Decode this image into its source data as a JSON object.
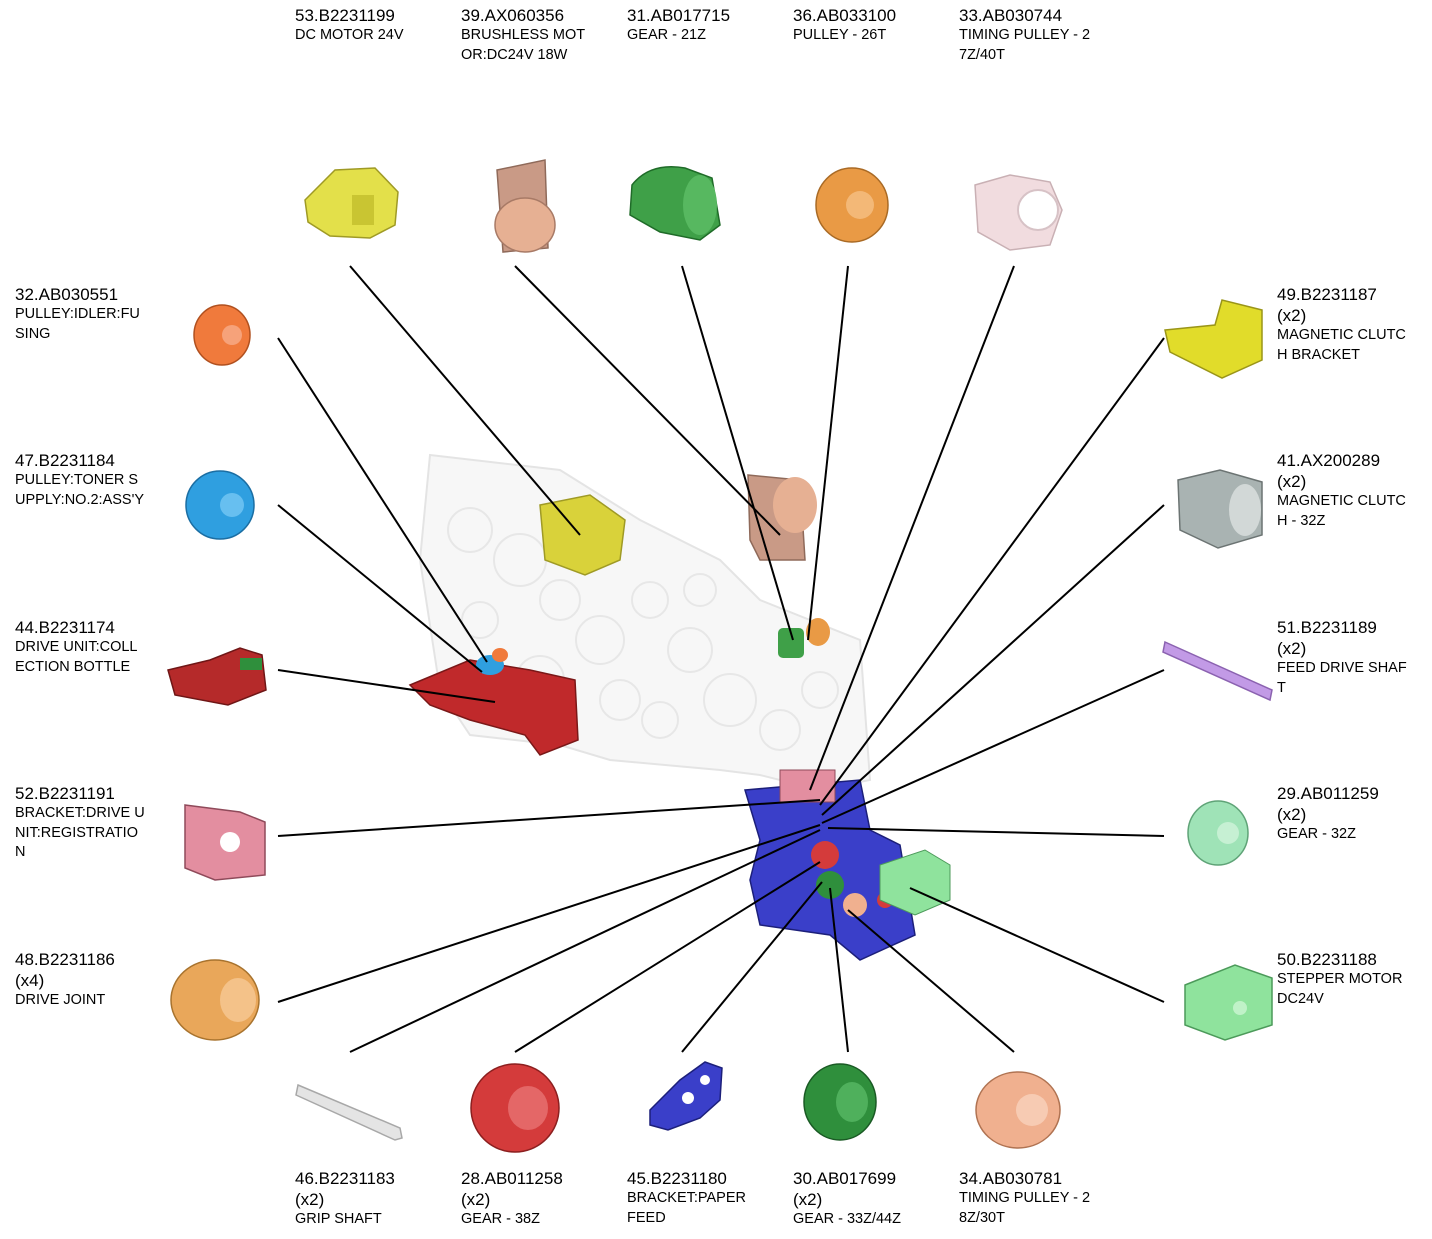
{
  "parts": [
    {
      "id": "p53",
      "number": "53.B2231199",
      "qty": "",
      "desc": "DC MOTOR 24V",
      "color": "#e3e04a",
      "icon": "dc-motor-icon"
    },
    {
      "id": "p39",
      "number": "39.AX060356",
      "qty": "",
      "desc": "BRUSHLESS MOT\nOR:DC24V 18W",
      "color": "#e6b093",
      "icon": "brushless-motor-icon"
    },
    {
      "id": "p31",
      "number": "31.AB017715",
      "qty": "",
      "desc": "GEAR - 21Z",
      "color": "#3fa048",
      "icon": "gear-icon"
    },
    {
      "id": "p36",
      "number": "36.AB033100",
      "qty": "",
      "desc": "PULLEY - 26T",
      "color": "#e99a45",
      "icon": "pulley-icon"
    },
    {
      "id": "p33",
      "number": "33.AB030744",
      "qty": "",
      "desc": "TIMING PULLEY - 2\n7Z/40T",
      "color": "#f1dcdf",
      "icon": "timing-pulley-icon"
    },
    {
      "id": "p32",
      "number": "32.AB030551",
      "qty": "",
      "desc": "PULLEY:IDLER:FU\nSING",
      "color": "#f07a3c",
      "icon": "idler-pulley-icon"
    },
    {
      "id": "p47",
      "number": "47.B2231184",
      "qty": "",
      "desc": "PULLEY:TONER S\nUPPLY:NO.2:ASS'Y",
      "color": "#2f9fe0",
      "icon": "toner-pulley-icon"
    },
    {
      "id": "p44",
      "number": "44.B2231174",
      "qty": "",
      "desc": "DRIVE UNIT:COLL\nECTION BOTTLE",
      "color": "#b52a2a",
      "icon": "drive-unit-icon"
    },
    {
      "id": "p52",
      "number": "52.B2231191",
      "qty": "",
      "desc": "BRACKET:DRIVE U\nNIT:REGISTRATIO\nN",
      "color": "#e38ea0",
      "icon": "bracket-icon"
    },
    {
      "id": "p48",
      "number": "48.B2231186",
      "qty": "(x4)",
      "desc": "DRIVE JOINT",
      "color": "#e9a75a",
      "icon": "drive-joint-icon"
    },
    {
      "id": "p46",
      "number": "46.B2231183",
      "qty": "(x2)",
      "desc": "GRIP SHAFT",
      "color": "#e4e4e4",
      "icon": "grip-shaft-icon"
    },
    {
      "id": "p28",
      "number": "28.AB011258",
      "qty": "(x2)",
      "desc": "GEAR - 38Z",
      "color": "#d43b3b",
      "icon": "gear-icon"
    },
    {
      "id": "p45",
      "number": "45.B2231180",
      "qty": "",
      "desc": "BRACKET:PAPER\nFEED",
      "color": "#3a3fc9",
      "icon": "paper-feed-bracket-icon"
    },
    {
      "id": "p30",
      "number": "30.AB017699",
      "qty": "(x2)",
      "desc": "GEAR - 33Z/44Z",
      "color": "#2f8f3c",
      "icon": "gear-icon"
    },
    {
      "id": "p34",
      "number": "34.AB030781",
      "qty": "",
      "desc": "TIMING PULLEY - 2\n8Z/30T",
      "color": "#f0b08f",
      "icon": "timing-pulley-icon"
    },
    {
      "id": "p49",
      "number": "49.B2231187",
      "qty": "(x2)",
      "desc": "MAGNETIC CLUTC\nH BRACKET",
      "color": "#e1dc2a",
      "icon": "clutch-bracket-icon"
    },
    {
      "id": "p41",
      "number": "41.AX200289",
      "qty": "(x2)",
      "desc": "MAGNETIC CLUTC\nH - 32Z",
      "color": "#a9b3b2",
      "icon": "magnetic-clutch-icon"
    },
    {
      "id": "p51",
      "number": "51.B2231189",
      "qty": "(x2)",
      "desc": "FEED DRIVE SHAF\nT",
      "color": "#c29ae6",
      "icon": "feed-shaft-icon"
    },
    {
      "id": "p29",
      "number": "29.AB011259",
      "qty": "(x2)",
      "desc": "GEAR - 32Z",
      "color": "#9fe3b7",
      "icon": "gear-icon"
    },
    {
      "id": "p50",
      "number": "50.B2231188",
      "qty": "",
      "desc": "STEPPER MOTOR\nDC24V",
      "color": "#8fe39d",
      "icon": "stepper-motor-icon"
    }
  ]
}
